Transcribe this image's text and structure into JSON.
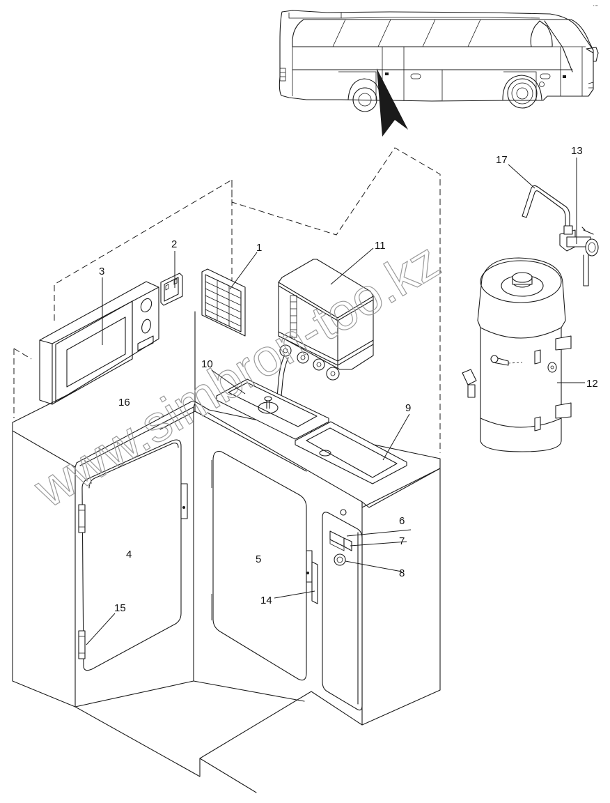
{
  "diagram": {
    "title": "Bus kitchenette / galley equipment parts diagram",
    "corner_mark": "▪ ▪▪▪",
    "watermark": "www.simbron-too.kz",
    "colors": {
      "line": "#1a1a1a",
      "watermark": "#9a9a9a",
      "background": "#ffffff",
      "arrow": "#1a1a1a"
    },
    "locator": {
      "description": "Side view of coach with arrow indicating galley location",
      "icon": "bus-side-view"
    },
    "callouts": [
      {
        "number": "1",
        "part": "ventilation-grille"
      },
      {
        "number": "2",
        "part": "wall-switch"
      },
      {
        "number": "3",
        "part": "microwave-oven"
      },
      {
        "number": "4",
        "part": "cabinet-door-left"
      },
      {
        "number": "5",
        "part": "cabinet-door-right"
      },
      {
        "number": "6",
        "part": "rocker-switch-upper"
      },
      {
        "number": "7",
        "part": "rocker-switch-lower"
      },
      {
        "number": "8",
        "part": "control-knob"
      },
      {
        "number": "9",
        "part": "sink-basin"
      },
      {
        "number": "10",
        "part": "small-basin-with-tap"
      },
      {
        "number": "11",
        "part": "water-boiler-dispenser"
      },
      {
        "number": "12",
        "part": "water-heater-tank"
      },
      {
        "number": "13",
        "part": "wall-mounted-valve"
      },
      {
        "number": "14",
        "part": "door-latch"
      },
      {
        "number": "15",
        "part": "door-hinge"
      },
      {
        "number": "16",
        "part": "countertop-cabinet"
      },
      {
        "number": "17",
        "part": "swivel-faucet-spout"
      }
    ]
  }
}
